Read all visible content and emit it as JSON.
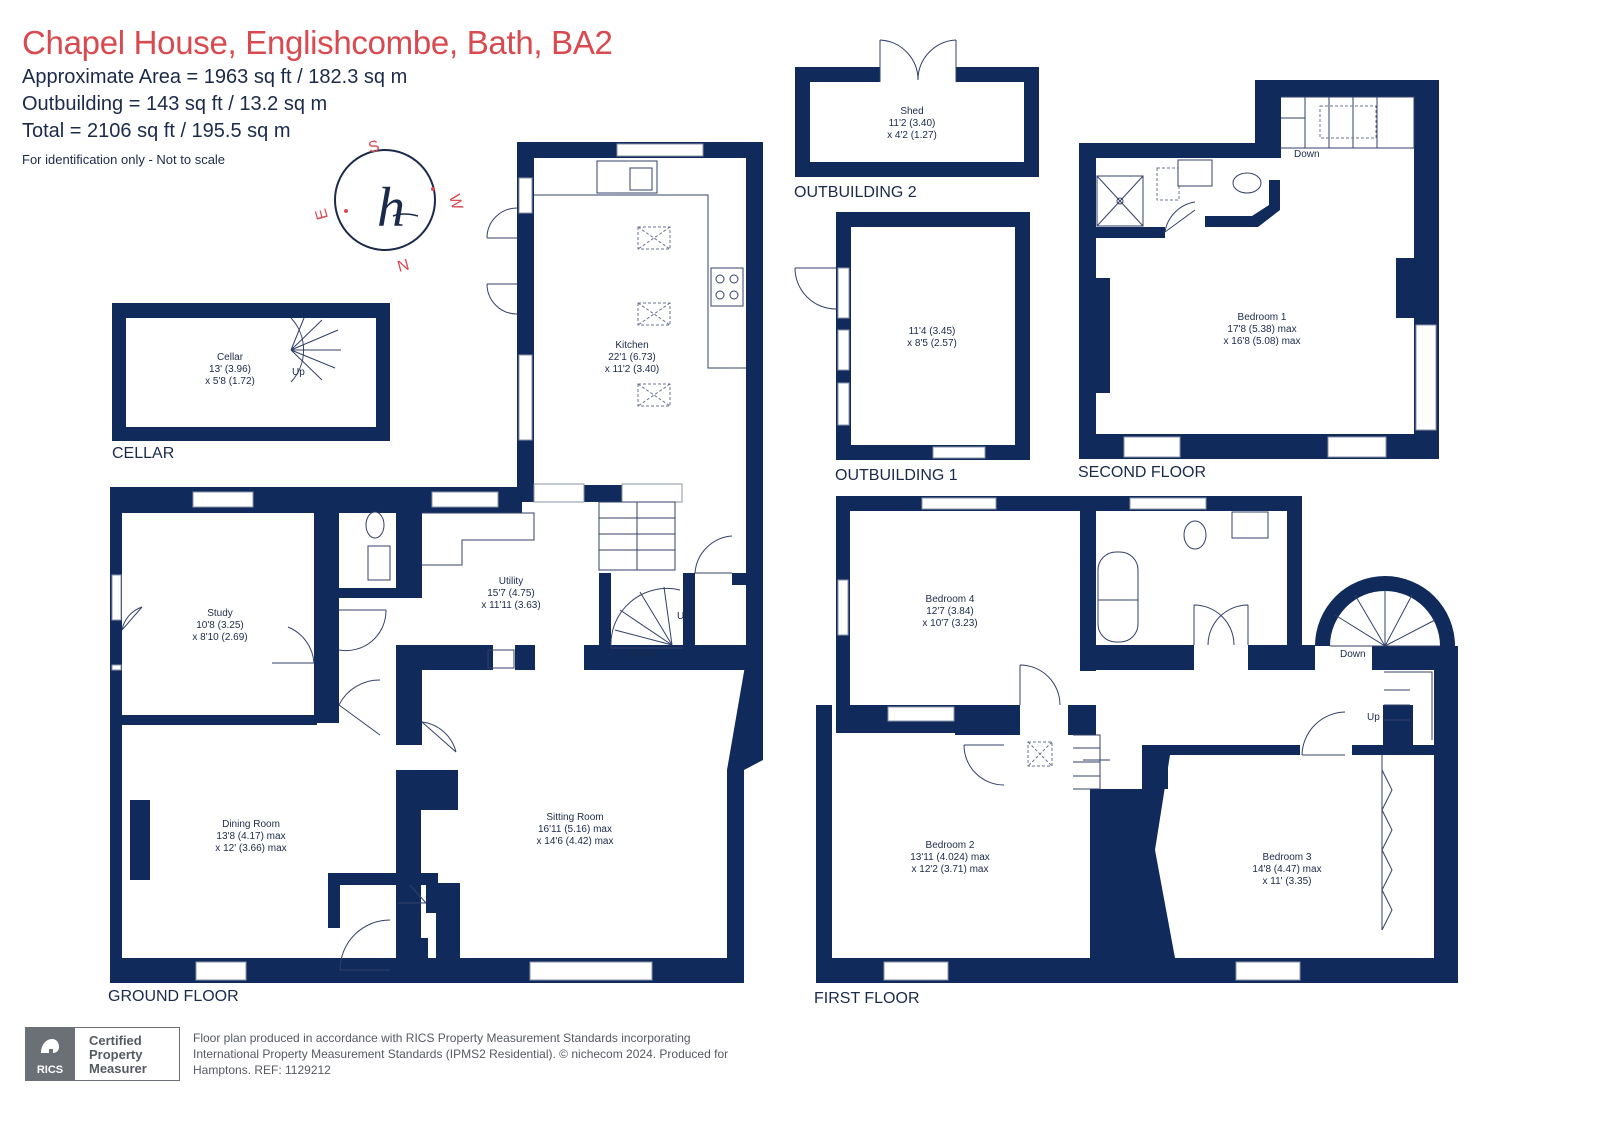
{
  "header": {
    "title": "Chapel House, Englishcombe, Bath, BA2",
    "approx_area": "Approximate Area = 1963 sq ft / 182.3 sq m",
    "outbuilding_area": "Outbuilding = 143 sq ft / 13.2 sq m",
    "total_area": "Total = 2106 sq ft / 195.5 sq m",
    "identification": "For identification only - Not to scale"
  },
  "compass": {
    "s": "S",
    "w": "W",
    "n": "N",
    "e": "E",
    "logo": "h"
  },
  "floors": {
    "cellar": "CELLAR",
    "ground": "GROUND FLOOR",
    "first": "FIRST FLOOR",
    "second": "SECOND FLOOR",
    "outbuilding1": "OUTBUILDING 1",
    "outbuilding2": "OUTBUILDING 2"
  },
  "rooms": {
    "cellar": {
      "name": "Cellar",
      "dim1": "13' (3.96)",
      "dim2": "x 5'8 (1.72)"
    },
    "kitchen": {
      "name": "Kitchen",
      "dim1": "22'1 (6.73)",
      "dim2": "x 11'2 (3.40)"
    },
    "utility": {
      "name": "Utility",
      "dim1": "15'7 (4.75)",
      "dim2": "x 11'11 (3.63)"
    },
    "study": {
      "name": "Study",
      "dim1": "10'8 (3.25)",
      "dim2": "x 8'10 (2.69)"
    },
    "dining": {
      "name": "Dining Room",
      "dim1": "13'8 (4.17) max",
      "dim2": "x 12' (3.66) max"
    },
    "sitting": {
      "name": "Sitting Room",
      "dim1": "16'11 (5.16) max",
      "dim2": "x 14'6 (4.42) max"
    },
    "shed": {
      "name": "Shed",
      "dim1": "11'2 (3.40)",
      "dim2": "x 4'2 (1.27)"
    },
    "outbuilding1": {
      "dim1": "11'4 (3.45)",
      "dim2": "x 8'5 (2.57)"
    },
    "bedroom1": {
      "name": "Bedroom 1",
      "dim1": "17'8 (5.38) max",
      "dim2": "x 16'8 (5.08) max"
    },
    "bedroom2": {
      "name": "Bedroom 2",
      "dim1": "13'11 (4.024) max",
      "dim2": "x 12'2 (3.71) max"
    },
    "bedroom3": {
      "name": "Bedroom 3",
      "dim1": "14'8 (4.47) max",
      "dim2": "x 11' (3.35)"
    },
    "bedroom4": {
      "name": "Bedroom 4",
      "dim1": "12'7 (3.84)",
      "dim2": "x 10'7 (3.23)"
    }
  },
  "stairs": {
    "up": "Up",
    "down": "Down"
  },
  "rics": {
    "word": "RICS",
    "line1": "Certified",
    "line2": "Property",
    "line3": "Measurer"
  },
  "footer": {
    "line1": "Floor plan produced in accordance with RICS Property Measurement Standards incorporating",
    "line2": "International Property Measurement Standards (IPMS2 Residential).  © nichecom 2024.   Produced for",
    "line3": "Hamptons.  REF:  1129212"
  },
  "colors": {
    "walls": "#102a5c",
    "title": "#d84a4f",
    "text": "#1b2a4a",
    "badge": "#6b6f76"
  }
}
